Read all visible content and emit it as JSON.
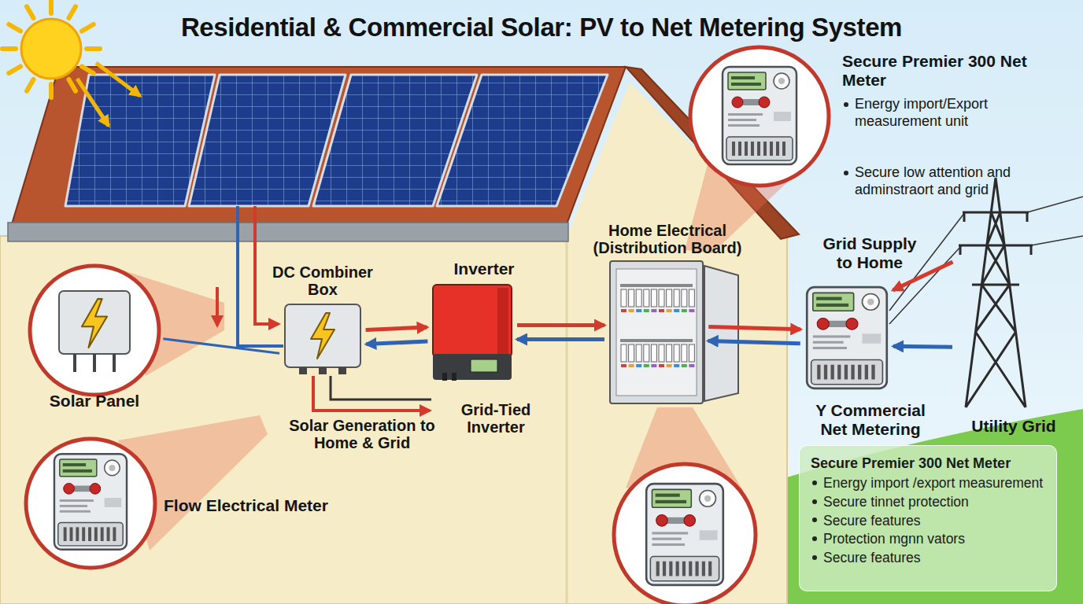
{
  "diagram": {
    "title": "Residential & Commercial Solar: PV to Net Metering System",
    "nodes": [
      {
        "text": [
          "DC Combiner Box"
        ]
      },
      {
        "text": [
          "Inverter",
          "Grid-Tied Inverter"
        ]
      },
      {
        "text": [
          "Home Electrical (Distribution Board)"
        ]
      },
      {
        "text": [
          "Y Commercial Net Metering"
        ]
      },
      {
        "text": [
          "Utility Grid"
        ]
      },
      {
        "text": [
          "Solar Panel"
        ]
      },
      {
        "text": [
          "Flow Electrical Meter"
        ]
      },
      {
        "text": [
          "Secure Premier 300 Net Meter",
          "Energy import /export measurement",
          "Secure tinnet protection",
          "Secure features",
          "Protection mgnn vators",
          "Secure features"
        ]
      }
    ],
    "edges": [
      {
        "from": 5,
        "to": 0,
        "arrow": "none"
      },
      {
        "from": 0,
        "to": 1,
        "arrow": "both"
      },
      {
        "from": 1,
        "to": 2,
        "arrow": "both"
      },
      {
        "from": 2,
        "to": 3,
        "arrow": "both"
      },
      {
        "from": 4,
        "to": 3,
        "arrow": "to",
        "label": "Grid Supply to Home"
      },
      {
        "from": 4,
        "to": 3,
        "arrow": "to"
      }
    ],
    "labels": [
      "Secure Premier 300 Net Meter",
      "Energy import/Export measurement unit",
      "Secure low attention and adminstraort and grid",
      "Solar Generation to Home & Grid"
    ]
  }
}
